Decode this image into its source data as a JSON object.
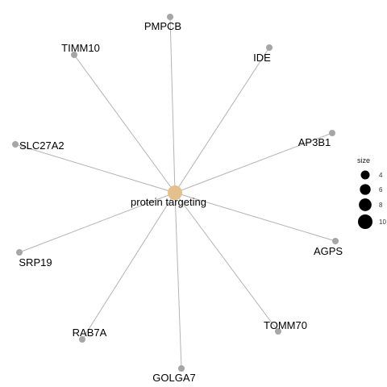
{
  "hub": {
    "label": "protein targeting",
    "color": "#E6C08A"
  },
  "genes": [
    {
      "id": "pmpcb",
      "label": "PMPCB"
    },
    {
      "id": "ide",
      "label": "IDE"
    },
    {
      "id": "timm10",
      "label": "TIMM10"
    },
    {
      "id": "ap3b1",
      "label": "AP3B1"
    },
    {
      "id": "slc27a2",
      "label": "SLC27A2"
    },
    {
      "id": "agps",
      "label": "AGPS"
    },
    {
      "id": "srp19",
      "label": "SRP19"
    },
    {
      "id": "tomm70",
      "label": "TOMM70"
    },
    {
      "id": "rab7a",
      "label": "RAB7A"
    },
    {
      "id": "golga7",
      "label": "GOLGA7"
    }
  ],
  "gene_node_color": "#A6A6A6",
  "edge_color": "#B3B3B3",
  "legend": {
    "title": "size",
    "entries": [
      {
        "label": "4",
        "size": 4
      },
      {
        "label": "6",
        "size": 6
      },
      {
        "label": "8",
        "size": 8
      },
      {
        "label": "10",
        "size": 10
      }
    ]
  }
}
